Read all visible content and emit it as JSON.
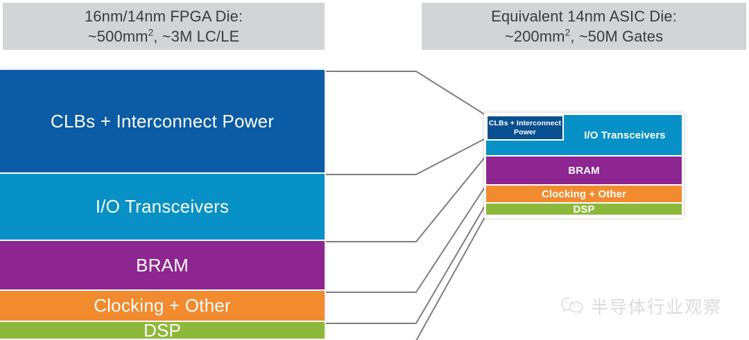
{
  "headers": {
    "left": {
      "line1": "16nm/14nm FPGA Die:",
      "line2_prefix": "~500mm",
      "line2_sup": "2",
      "line2_suffix": ", ~3M LC/LE"
    },
    "right": {
      "line1": "Equivalent 14nm ASIC Die:",
      "line2_prefix": "~200mm",
      "line2_sup": "2",
      "line2_suffix": ", ~50M Gates"
    }
  },
  "fpga_stack": {
    "name": "16nm/14nm FPGA Die",
    "blocks": [
      {
        "label": "CLBs + Interconnect Power",
        "color": "#0b5ba5"
      },
      {
        "label": "I/O Transceivers",
        "color": "#0791c6"
      },
      {
        "label": "BRAM",
        "color": "#8d2690"
      },
      {
        "label": "Clocking + Other",
        "color": "#f28a2e"
      },
      {
        "label": "DSP",
        "color": "#8db93b"
      }
    ]
  },
  "asic_stack": {
    "name": "Equivalent 14nm ASIC Die",
    "blocks": [
      {
        "label": "CLBs + Interconnect Power",
        "color": "#08508f"
      },
      {
        "label": "I/O Transceivers",
        "color": "#0791c6"
      },
      {
        "label": "BRAM",
        "color": "#8d2690"
      },
      {
        "label": "Clocking + Other",
        "color": "#f28a2e"
      },
      {
        "label": "DSP",
        "color": "#8db93b"
      }
    ]
  },
  "connectors": {
    "line_color": "#7d7d7d",
    "description": "Tapered guide lines mapping each FPGA block to its smaller ASIC equivalent"
  },
  "watermark": {
    "icon": "wechat-icon",
    "text": "半导体行业观察"
  }
}
